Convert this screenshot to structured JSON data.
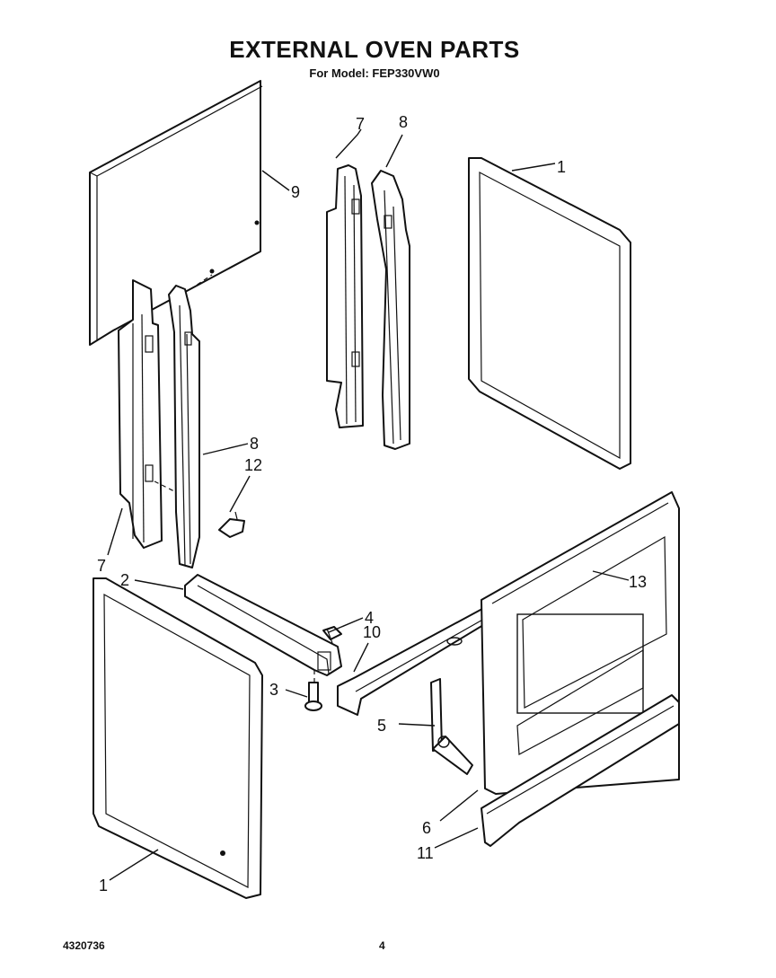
{
  "header": {
    "title": "EXTERNAL OVEN PARTS",
    "subtitle": "For Model: FEP330VW0"
  },
  "footer": {
    "document_number": "4320736",
    "page_number": "4"
  },
  "callouts": {
    "c1_top": "1",
    "c1_bottom": "1",
    "c2": "2",
    "c3": "3",
    "c4": "4",
    "c5": "5",
    "c6": "6",
    "c7_top": "7",
    "c7_left": "7",
    "c8_top": "8",
    "c8_mid": "8",
    "c9": "9",
    "c10": "10",
    "c11": "11",
    "c12": "12",
    "c13": "13"
  }
}
